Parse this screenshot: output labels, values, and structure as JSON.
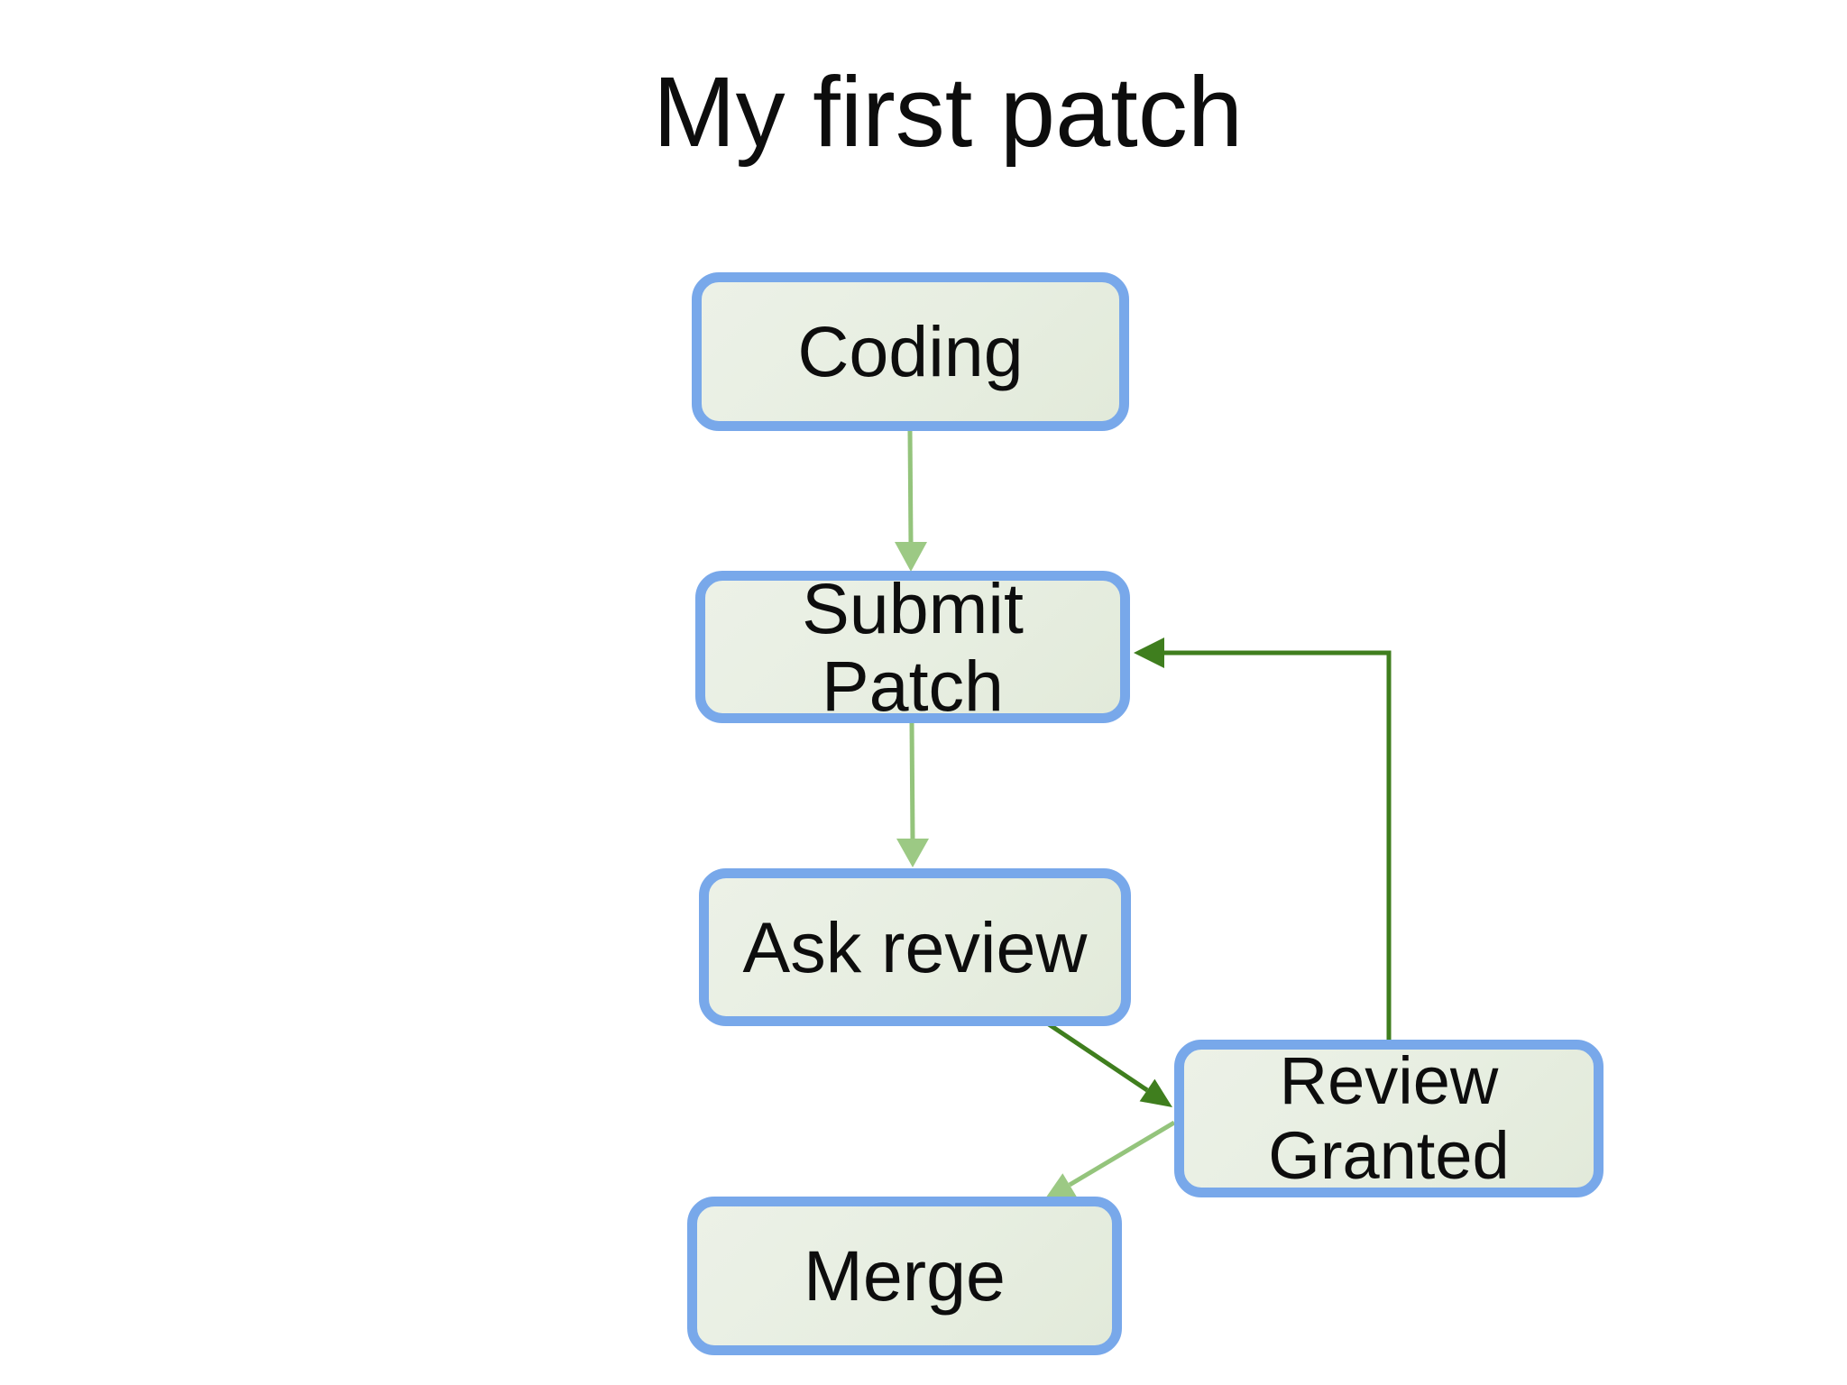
{
  "title": "My first patch",
  "nodes": {
    "coding": {
      "label": "Coding"
    },
    "submit_patch": {
      "label": "Submit Patch"
    },
    "ask_review": {
      "label": "Ask review"
    },
    "review_granted": {
      "label": "Review Granted"
    },
    "merge": {
      "label": "Merge"
    }
  },
  "edges": [
    {
      "from": "Coding",
      "to": "Submit Patch",
      "style": "light-green-arrow",
      "shape": "straight-down"
    },
    {
      "from": "Submit Patch",
      "to": "Ask review",
      "style": "light-green-arrow",
      "shape": "straight-down"
    },
    {
      "from": "Ask review",
      "to": "Review Granted",
      "style": "dark-green-arrow",
      "shape": "diagonal"
    },
    {
      "from": "Review Granted",
      "to": "Merge",
      "style": "light-green-arrow",
      "shape": "diagonal"
    },
    {
      "from": "Review Granted",
      "to": "Submit Patch",
      "style": "dark-green-arrow",
      "shape": "elbow-up-then-left"
    }
  ],
  "colors": {
    "background": "#ffffff",
    "node_fill": "#e7eee1",
    "node_border": "#78a8ea",
    "arrow_light_green": "#94c47c",
    "arrow_dark_green": "#3f7e1e",
    "text": "#0d0d0d"
  }
}
